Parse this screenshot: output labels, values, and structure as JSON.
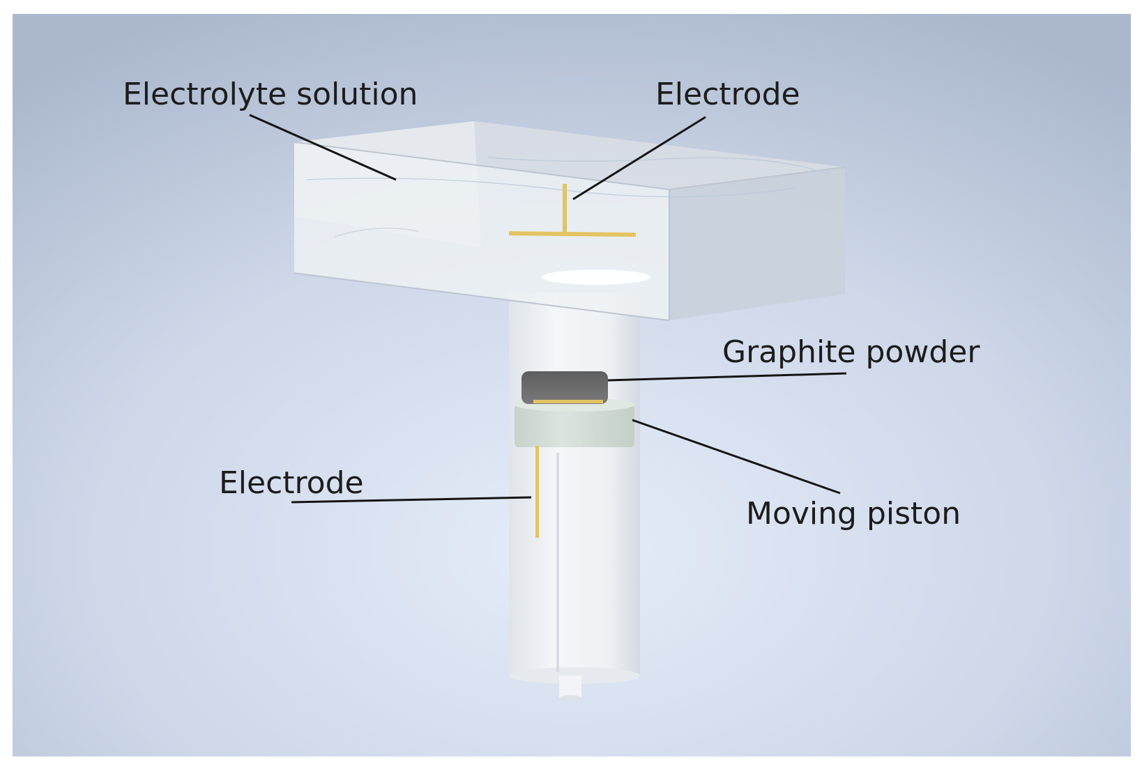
{
  "labels": {
    "electrolyte_solution": "Electrolyte solution",
    "electrode_top": "Electrode",
    "graphite_powder": "Graphite powder",
    "electrode_bottom": "Electrode",
    "moving_piston": "Moving piston"
  },
  "colors": {
    "background_light": "#dfe7f4",
    "background_dark": "#aab7cc",
    "electrode_gold": "#e3c463",
    "graphite": "#6b6b6b",
    "piston": "#d2ddd6",
    "leader_line": "#141414"
  }
}
